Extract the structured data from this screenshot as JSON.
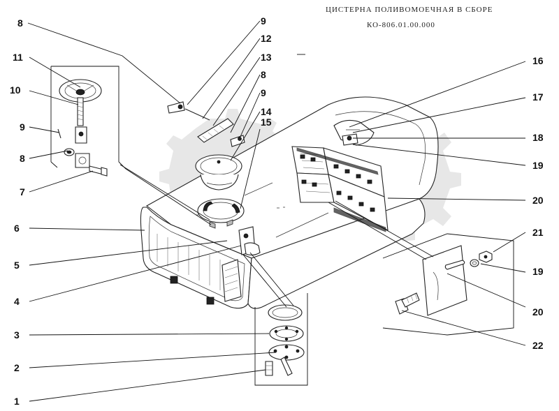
{
  "header": {
    "title": "ЦИСТЕРНА ПОЛИВОМОЕЧНАЯ В СБОРЕ",
    "code": "КО-806.01.00.000"
  },
  "callouts": [
    {
      "id": "c8a",
      "text": "8"
    },
    {
      "id": "c11",
      "text": "11"
    },
    {
      "id": "c10",
      "text": "10"
    },
    {
      "id": "c9a",
      "text": "9"
    },
    {
      "id": "c8b",
      "text": "8"
    },
    {
      "id": "c7",
      "text": "7"
    },
    {
      "id": "c6",
      "text": "6"
    },
    {
      "id": "c5",
      "text": "5"
    },
    {
      "id": "c4",
      "text": "4"
    },
    {
      "id": "c3",
      "text": "3"
    },
    {
      "id": "c2",
      "text": "2"
    },
    {
      "id": "c1",
      "text": "1"
    },
    {
      "id": "c9b",
      "text": "9"
    },
    {
      "id": "c12",
      "text": "12"
    },
    {
      "id": "c13",
      "text": "13"
    },
    {
      "id": "c8c",
      "text": "8"
    },
    {
      "id": "c9c",
      "text": "9"
    },
    {
      "id": "c14",
      "text": "14"
    },
    {
      "id": "c15",
      "text": "15"
    },
    {
      "id": "c16",
      "text": "16"
    },
    {
      "id": "c17",
      "text": "17"
    },
    {
      "id": "c18",
      "text": "18"
    },
    {
      "id": "c19a",
      "text": "19"
    },
    {
      "id": "c20a",
      "text": "20"
    },
    {
      "id": "c21",
      "text": "21"
    },
    {
      "id": "c19b",
      "text": "19"
    },
    {
      "id": "c20b",
      "text": "20"
    },
    {
      "id": "c22",
      "text": "22"
    }
  ],
  "watermark": {
    "icon": "gear-logo-watermark"
  }
}
